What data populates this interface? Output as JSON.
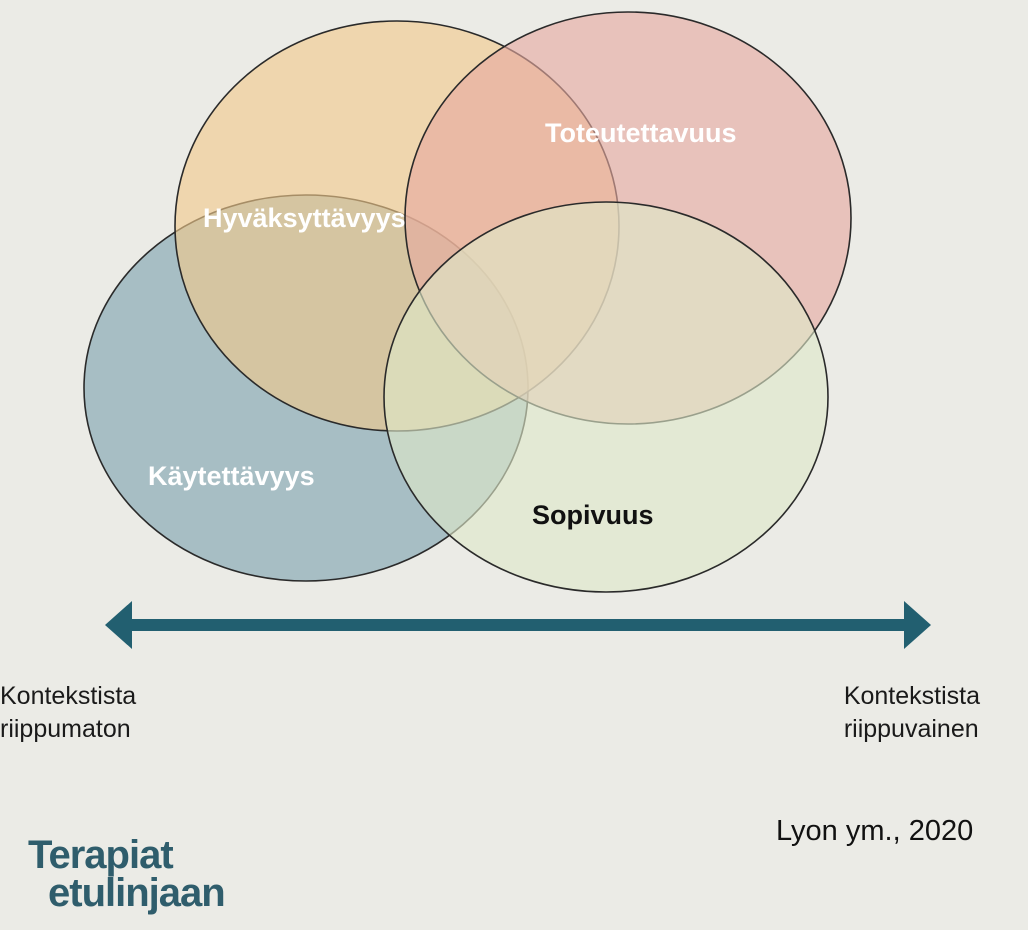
{
  "diagram": {
    "circles": [
      {
        "id": "kaytettavyys",
        "label": "Käytettävyys",
        "fill": "#7ea3ae",
        "label_color": "#ffffff"
      },
      {
        "id": "hyvaksyttavyys",
        "label": "Hyväksyttävyys",
        "fill": "#f2c98a",
        "label_color": "#ffffff"
      },
      {
        "id": "toteutettavuus",
        "label": "Toteutettavuus",
        "fill": "#e6aaa0",
        "label_color": "#ffffff"
      },
      {
        "id": "sopivuus",
        "label": "Sopivuus",
        "fill": "#dfe9c8",
        "label_color": "#111111"
      }
    ],
    "arrow_color": "#225f70",
    "axis": {
      "left": {
        "line1": "Kontekstista",
        "line2": "riippumaton"
      },
      "right": {
        "line1": "Kontekstista",
        "line2": "riippuvainen"
      }
    },
    "citation": "Lyon ym., 2020"
  },
  "logo": {
    "line1": "Terapiat",
    "line2": "etulinjaan",
    "color": "#2f5d6c"
  }
}
